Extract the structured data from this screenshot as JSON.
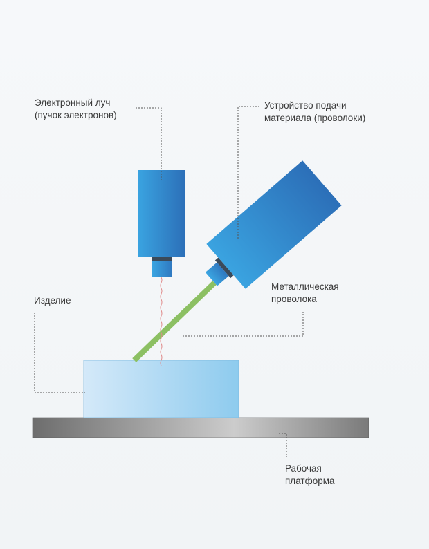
{
  "labels": {
    "electron_beam": {
      "line1": "Электронный луч",
      "line2": "(пучок электронов)"
    },
    "feeder": {
      "line1": "Устройство подачи",
      "line2": "материала (проволоки)"
    },
    "workpiece": {
      "line1": "Изделие"
    },
    "metal_wire": {
      "line1": "Металлическая",
      "line2": "проволока"
    },
    "platform": {
      "line1": "Рабочая",
      "line2": "платформа"
    }
  },
  "colors": {
    "gun_body_light": "#3aa3e0",
    "gun_body_dark": "#2c6fb8",
    "wire": "#8cc063",
    "beam": "#e08a8a",
    "workpiece_light": "#cfe6f8",
    "workpiece_dark": "#8ecbee",
    "platform_mid": "#c8c8c8",
    "platform_dark": "#6d6d6d",
    "leader_line": "#555555",
    "text": "#3a3a3a"
  }
}
